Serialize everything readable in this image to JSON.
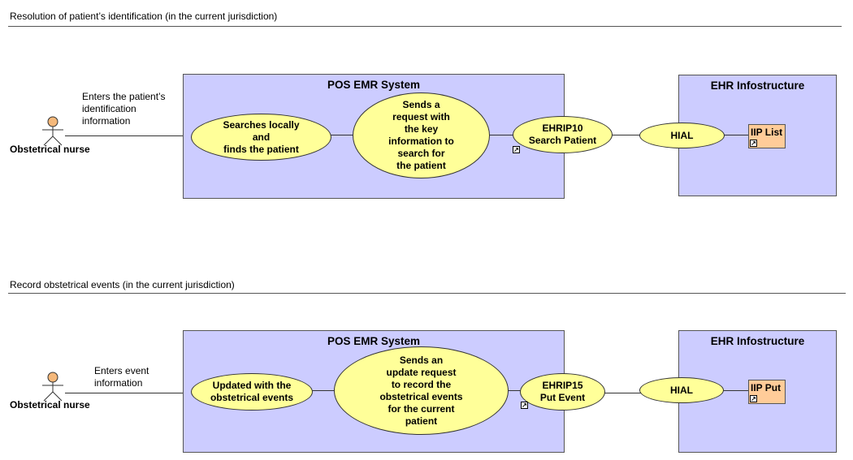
{
  "sections": [
    {
      "title": "Resolution of patient’s identification (in the current jurisdiction)",
      "actor": "Obstetrical nurse",
      "actor_note": "Enters the patient’s\nidentification\ninformation",
      "emr_box": "POS EMR System",
      "ehr_box": "EHR Infostructure",
      "step1": "Searches locally\nand\nfinds the patient",
      "step2": "Sends a\nrequest with\nthe key\ninformation to\nsearch for\nthe patient",
      "interaction": "EHRIP10\nSearch Patient",
      "hial": "HIAL",
      "component": "IIP List"
    },
    {
      "title": "Record obstetrical events (in the current jurisdiction)",
      "actor": "Obstetrical nurse",
      "actor_note": "Enters event\ninformation",
      "emr_box": "POS EMR System",
      "ehr_box": "EHR Infostructure",
      "step1": "Updated with the\nobstetrical events",
      "step2": "Sends an\nupdate request\nto record the\nobstetrical events\nfor the current\npatient",
      "interaction": "EHRIP15\nPut Event",
      "hial": "HIAL",
      "component": "IIP Put"
    }
  ],
  "colors": {
    "system_box": "#ccccff",
    "use_case": "#ffff99",
    "component": "#ffcc99",
    "actor_head": "#f5b87a"
  },
  "icons": [
    "actor-icon",
    "shortcut-icon"
  ]
}
